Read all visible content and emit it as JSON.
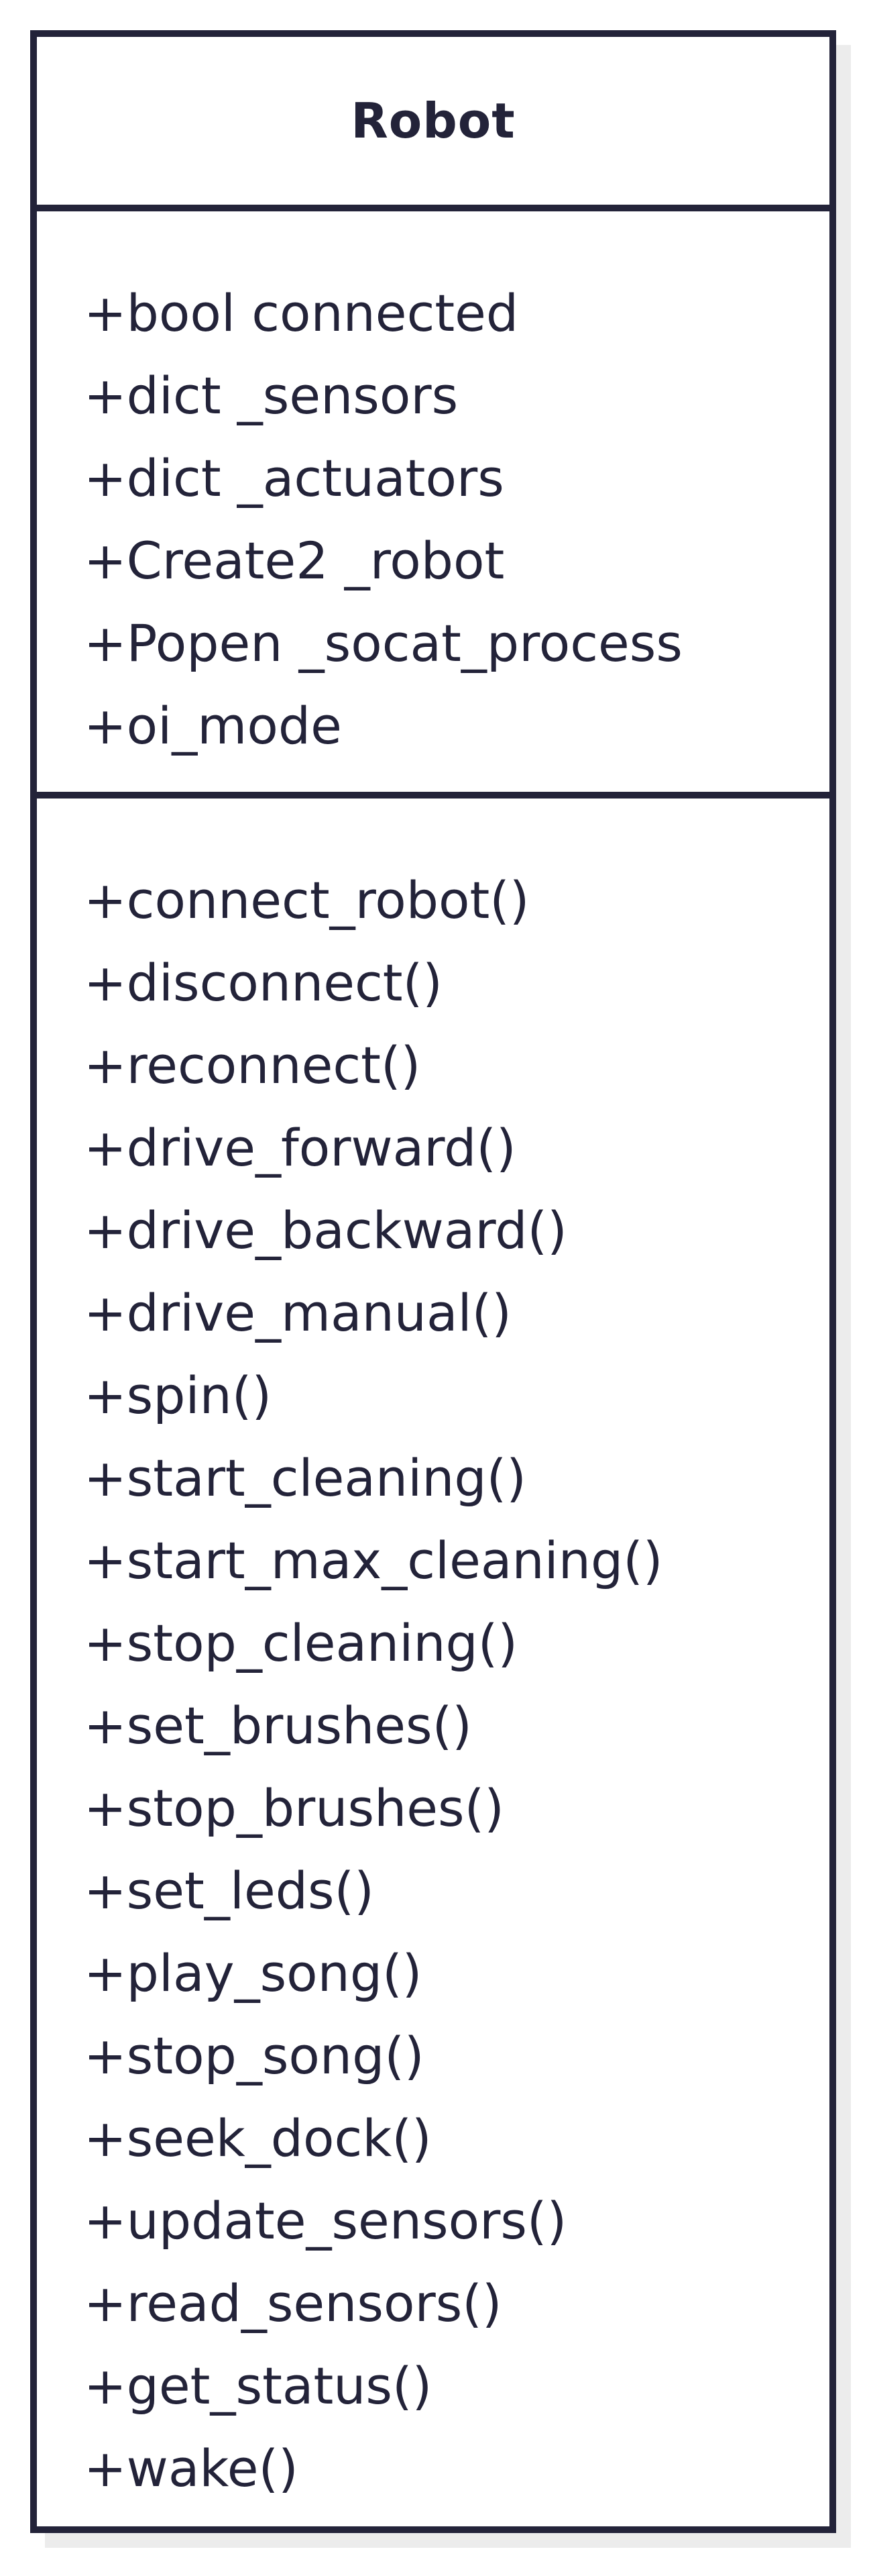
{
  "diagram": {
    "class_name": "Robot",
    "attributes": [
      "+bool connected",
      "+dict _sensors",
      "+dict _actuators",
      "+Create2 _robot",
      "+Popen _socat_process",
      "+oi_mode"
    ],
    "methods": [
      "+connect_robot()",
      "+disconnect()",
      "+reconnect()",
      "+drive_forward()",
      "+drive_backward()",
      "+drive_manual()",
      "+spin()",
      "+start_cleaning()",
      "+start_max_cleaning()",
      "+stop_cleaning()",
      "+set_brushes()",
      "+stop_brushes()",
      "+set_leds()",
      "+play_song()",
      "+stop_song()",
      "+seek_dock()",
      "+update_sensors()",
      "+read_sensors()",
      "+get_status()",
      "+wake()"
    ]
  }
}
